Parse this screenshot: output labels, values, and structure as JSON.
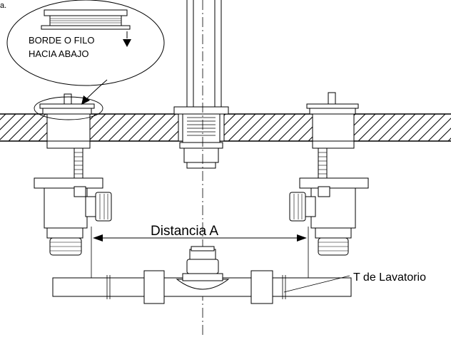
{
  "corner_fragment": "a.",
  "callout": {
    "line1": "BORDE O FILO",
    "line2": "HACIA ABAJO"
  },
  "dimension_label": "Distancia A",
  "tee_label": "T de Lavatorio",
  "colors": {
    "stroke": "#000000",
    "background": "#ffffff"
  }
}
